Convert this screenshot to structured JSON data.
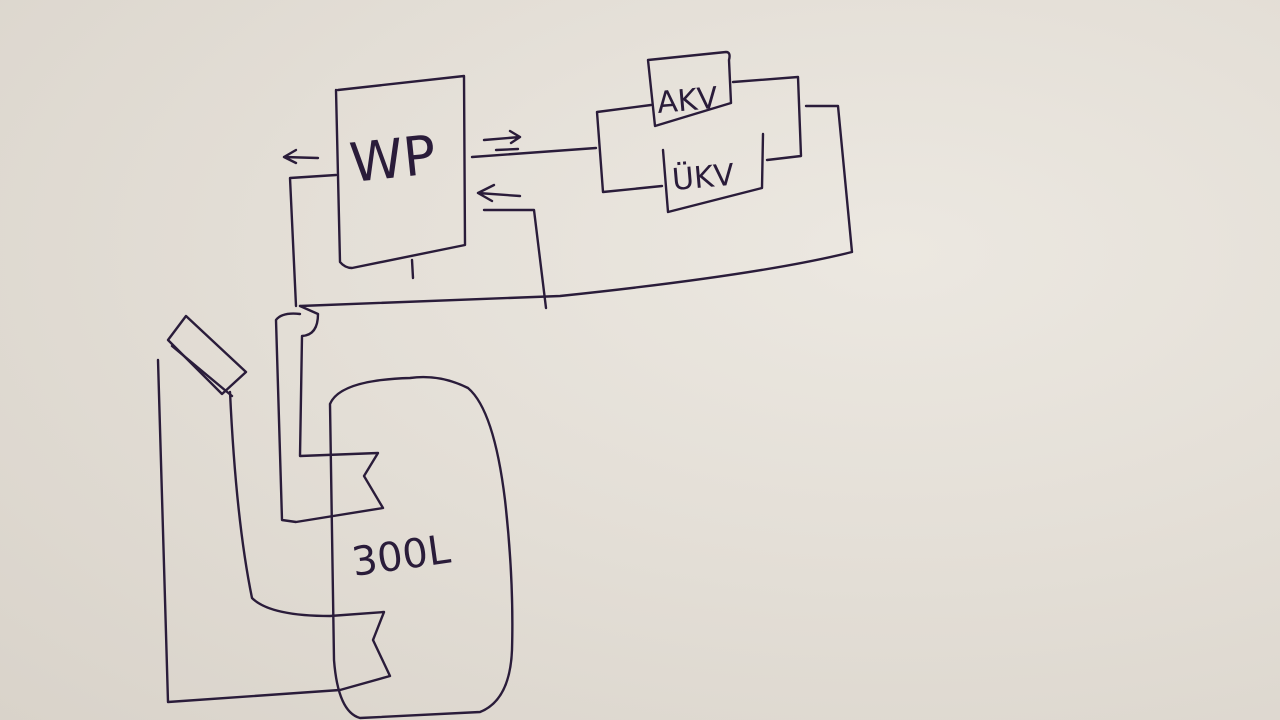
{
  "diagram": {
    "heat_pump_label": "WP",
    "akv_label": "AKV",
    "ukv_label": "ÜKV",
    "tank_label": "300L",
    "arrow_out_left": "←",
    "arrow_out_right": "→",
    "arrow_in_right": "←"
  },
  "colors": {
    "paper": "#e6e1d9",
    "ink": "#2a1c3a"
  }
}
